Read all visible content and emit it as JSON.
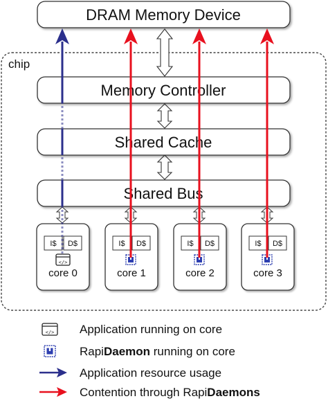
{
  "device": {
    "label": "DRAM Memory Device"
  },
  "chip": {
    "label": "chip"
  },
  "layers": [
    {
      "id": "memory-controller",
      "label": "Memory Controller"
    },
    {
      "id": "shared-cache",
      "label": "Shared Cache"
    },
    {
      "id": "shared-bus",
      "label": "Shared Bus"
    }
  ],
  "cores": [
    {
      "label": "core 0",
      "icache": "I$",
      "dcache": "D$",
      "runs": "application"
    },
    {
      "label": "core 1",
      "icache": "I$",
      "dcache": "D$",
      "runs": "rapidaemon"
    },
    {
      "label": "core 2",
      "icache": "I$",
      "dcache": "D$",
      "runs": "rapidaemon"
    },
    {
      "label": "core 3",
      "icache": "I$",
      "dcache": "D$",
      "runs": "rapidaemon"
    }
  ],
  "legend": {
    "app_core": {
      "text": "Application running on core"
    },
    "daemon_core": {
      "pre": "Rapi",
      "bold": "Daemon",
      "post": " running on core"
    },
    "app_usage": {
      "text": "Application resource usage"
    },
    "contention": {
      "pre": "Contention through Rapi",
      "bold": "Daemons"
    }
  },
  "colors": {
    "application_arrow": "#2b2f8c",
    "contention_arrow": "#e8101e",
    "daemon_icon": "#2d3fb0",
    "box_stroke": "#333333",
    "box_fill": "#ffffff"
  },
  "icons": {
    "app_core": "code-window-icon",
    "daemon_core": "chip-icon"
  }
}
